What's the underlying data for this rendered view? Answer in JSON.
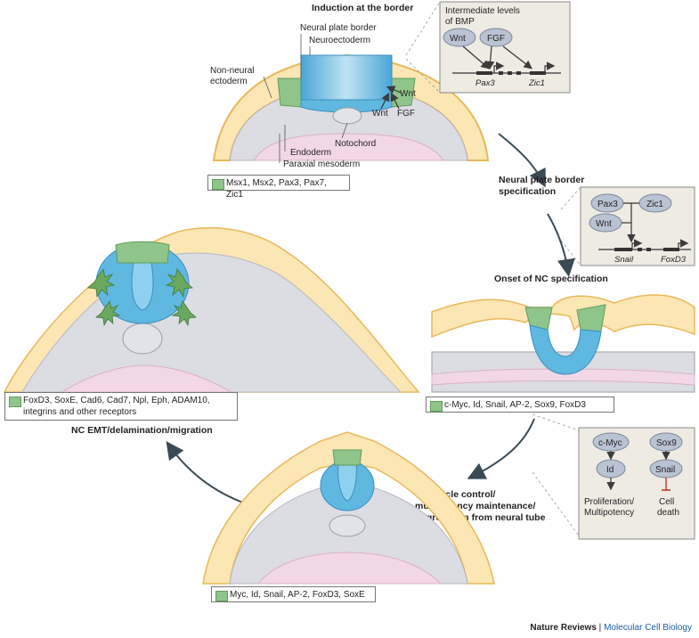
{
  "headings": {
    "induction": "Induction at the border",
    "npb_spec_1": "Neural plate border",
    "npb_spec_2": "specification",
    "onset": "Onset of NC specification",
    "cellcycle_1": "Cell-cycle control/",
    "cellcycle_2": "multipotency maintenance/",
    "cellcycle_3": "Segregation from neural tube",
    "emt": "NC EMT/delamination/migration"
  },
  "labels": {
    "neural_plate_border": "Neural plate border",
    "neuroectoderm": "Neuroectoderm",
    "non_neural_1": "Non-neural",
    "non_neural_2": "ectoderm",
    "wnt1": "Wnt",
    "wnt2": "Wnt",
    "fgf": "FGF",
    "notochord": "Notochord",
    "endoderm": "Endoderm",
    "paraxial_mesoderm": "Paraxial mesoderm"
  },
  "legends": {
    "top": "Msx1, Msx2, Pax3, Pax7, Zic1",
    "right": "c-Myc, Id, Snail, AP-2, Sox9, FoxD3",
    "left_1": "FoxD3, SoxE, Cad6, Cad7, Npl, Eph, ADAM10,",
    "left_2": "integrins and other receptors",
    "bottom": "Myc, Id, Snail, AP-2, FoxD3, SoxE"
  },
  "box1": {
    "title_1": "Intermediate levels",
    "title_2": "of BMP",
    "node_a": "Wnt",
    "node_b": "FGF",
    "gene_a": "Pax3",
    "gene_b": "Zic1"
  },
  "box2": {
    "node_a": "Pax3",
    "node_b": "Zic1",
    "node_c": "Wnt",
    "gene_a": "Snail",
    "gene_b": "FoxD3"
  },
  "box3": {
    "node_a": "c-Myc",
    "node_b": "Sox9",
    "node_c": "Id",
    "node_d": "Snail",
    "out_a_1": "Proliferation/",
    "out_a_2": "Multipotency",
    "out_b_1": "Cell",
    "out_b_2": "death"
  },
  "footer": {
    "journal": "Nature Reviews",
    "separator": " | ",
    "section": "Molecular Cell Biology"
  },
  "colors": {
    "ectoderm": "#fce6b3",
    "ectoderm_edge": "#e8b85a",
    "neural": "#5fb8e0",
    "border_green": "#8fc58a",
    "mesoderm": "#dcdde3",
    "endoderm": "#f2d7e6",
    "box_bg": "#eeebe3",
    "node": "#b9c3d3"
  }
}
